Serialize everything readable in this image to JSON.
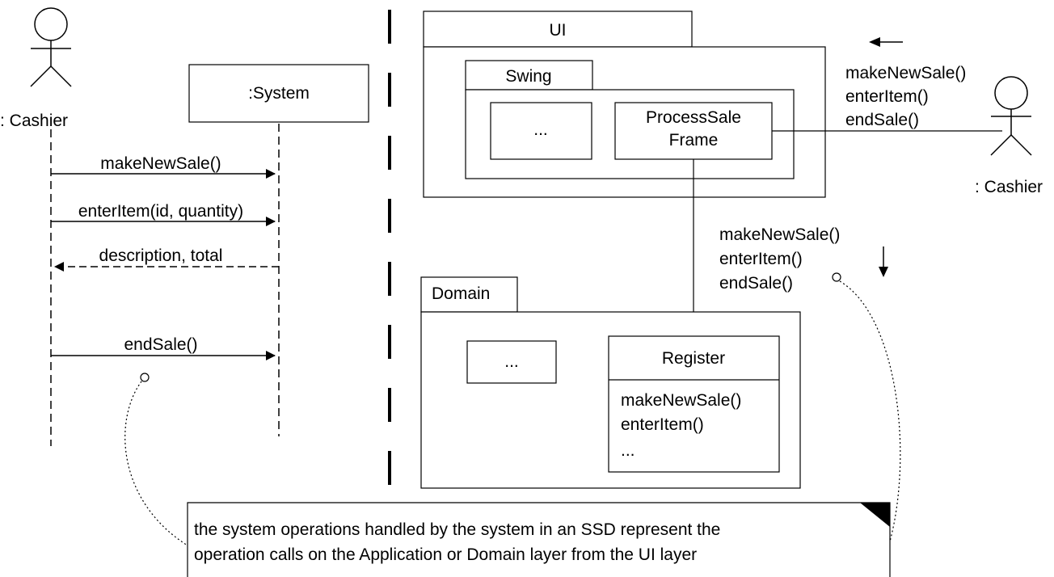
{
  "ssd": {
    "actor_label": ": Cashier",
    "system_label": ":System",
    "messages": [
      {
        "label": "makeNewSale()",
        "kind": "call"
      },
      {
        "label": "enterItem(id, quantity)",
        "kind": "call"
      },
      {
        "label": "description, total",
        "kind": "return"
      },
      {
        "label": "endSale()",
        "kind": "call"
      }
    ]
  },
  "ui_package": {
    "label": "UI",
    "swing": {
      "label": "Swing",
      "placeholder": "...",
      "frame_line1": "ProcessSale",
      "frame_line2": "Frame"
    }
  },
  "domain_package": {
    "label": "Domain",
    "placeholder": "...",
    "register": {
      "title": "Register",
      "ops": [
        "makeNewSale()",
        "enterItem()",
        "..."
      ]
    }
  },
  "right_actor": {
    "label": ": Cashier",
    "ops": [
      "makeNewSale()",
      "enterItem()",
      "endSale()"
    ]
  },
  "ui_to_domain_ops": [
    "makeNewSale()",
    "enterItem()",
    "endSale()"
  ],
  "note": {
    "line1": "the system operations handled by the system in an SSD represent the",
    "line2": "operation calls on the Application or Domain layer from the UI layer"
  }
}
